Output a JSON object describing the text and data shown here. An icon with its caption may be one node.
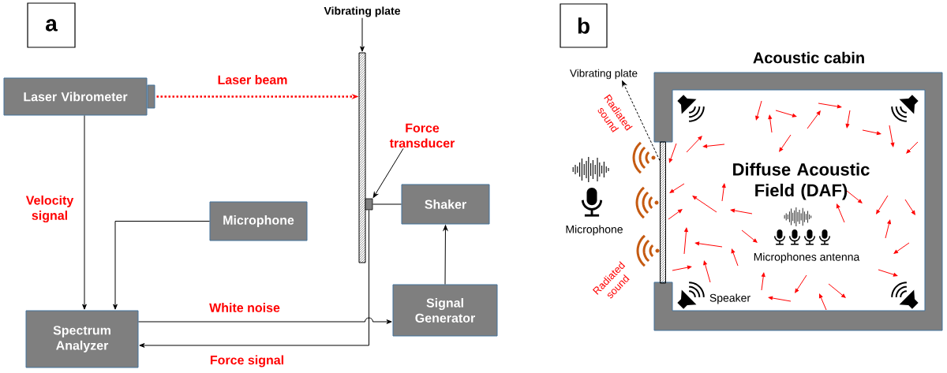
{
  "diagram": {
    "nodes": [
      {
        "text": [
          "a"
        ]
      },
      {
        "text": [
          "Vibrating plate"
        ]
      },
      {
        "text": [],
        "shape": "bar"
      },
      {
        "text": [
          "Laser Vibrometer"
        ]
      },
      {
        "text": [
          "Force transducer"
        ]
      },
      {
        "text": [],
        "shape": "box"
      },
      {
        "text": [
          "Shaker"
        ]
      },
      {
        "text": [
          "Microphone"
        ]
      },
      {
        "text": [
          "Signal Generator"
        ]
      },
      {
        "text": [
          "Spectrum Analyzer"
        ]
      },
      {
        "text": [
          "b"
        ]
      },
      {
        "text": [
          "Acoustic cabin",
          "Diffuse Acoustic Field (DAF)"
        ]
      },
      {
        "text": [
          "Vibrating plate"
        ]
      },
      {
        "text": [],
        "shape": "bar"
      }
    ],
    "edges": [
      {
        "from": 1,
        "to": 2,
        "arrow": "to"
      },
      {
        "from": 3,
        "to": 2,
        "arrow": "to",
        "label": "Laser beam",
        "style": "dashed",
        "color": "#ff0000"
      },
      {
        "from": 4,
        "to": 5,
        "arrow": "to"
      },
      {
        "from": 5,
        "to": 6,
        "arrow": "none"
      },
      {
        "from": 3,
        "to": 9,
        "arrow": "to",
        "label": "Velocity signal"
      },
      {
        "from": 7,
        "to": 9,
        "arrow": "to"
      },
      {
        "from": 9,
        "to": 8,
        "arrow": "to",
        "label": "White noise"
      },
      {
        "from": 8,
        "to": 6,
        "arrow": "to"
      },
      {
        "from": 5,
        "to": 9,
        "arrow": "to",
        "label": "Force signal"
      },
      {
        "from": 13,
        "to": 12,
        "arrow": "to",
        "style": "dashed"
      }
    ],
    "labels": [
      "Radiated sound",
      "Microphone",
      "Microphones antenna",
      "Radiated sound",
      "Speaker"
    ]
  }
}
